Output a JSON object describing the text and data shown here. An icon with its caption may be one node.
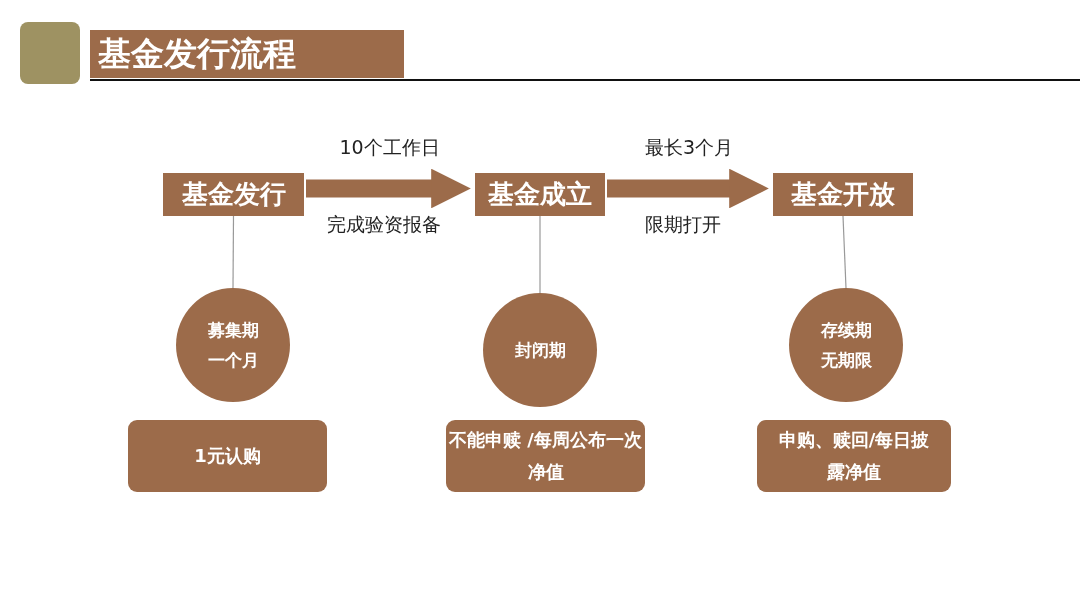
{
  "diagram": {
    "title": "基金发行流程",
    "nodes": [
      {
        "text": [
          "基金发行"
        ]
      },
      {
        "text": [
          "基金成立"
        ]
      },
      {
        "text": [
          "基金开放"
        ]
      },
      {
        "text": [
          "募集期一个月"
        ]
      },
      {
        "text": [
          "封闭期"
        ]
      },
      {
        "text": [
          "存续期无期限"
        ]
      },
      {
        "text": [
          "1元认购"
        ]
      },
      {
        "text": [
          "不能申赎 /每周公布一次净值"
        ]
      },
      {
        "text": [
          "申购、赎回/每日披露净值"
        ]
      }
    ],
    "edges": [
      {
        "from": 0,
        "to": 1,
        "arrow": "to",
        "style": "thick",
        "label": "10个工作日"
      },
      {
        "from": 1,
        "to": 2,
        "arrow": "to",
        "style": "thick",
        "label": "最长3个月"
      },
      {
        "from": 0,
        "to": 3,
        "arrow": "none"
      },
      {
        "from": 1,
        "to": 4,
        "arrow": "none"
      },
      {
        "from": 2,
        "to": 5,
        "arrow": "none"
      }
    ],
    "labels": [
      "完成验资报备",
      "限期打开"
    ]
  }
}
